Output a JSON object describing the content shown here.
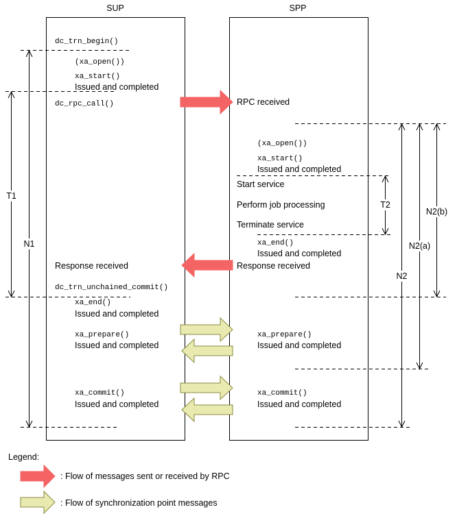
{
  "headers": {
    "sup": "SUP",
    "spp": "SPP"
  },
  "sup_lines": {
    "trn_begin": "dc_trn_begin()",
    "xa_open": "(xa_open())",
    "xa_start": "xa_start()",
    "issued_1": "Issued and completed",
    "rpc_call": "dc_rpc_call()",
    "response_received": "Response received",
    "commit": "dc_trn_unchained_commit()",
    "xa_end": "xa_end()",
    "issued_2": "Issued and completed",
    "xa_prepare": "xa_prepare()",
    "issued_3": "Issued and completed",
    "xa_commit": "xa_commit()",
    "issued_4": "Issued and completed"
  },
  "spp_lines": {
    "rpc_received": "RPC received",
    "xa_open": "(xa_open())",
    "xa_start": "xa_start()",
    "issued_1": "Issued and completed",
    "start_service": "Start service",
    "perform_job": "Perform job processing",
    "terminate_service": "Terminate service",
    "xa_end": "xa_end()",
    "issued_2": "Issued and completed",
    "response_received": "Response received",
    "xa_prepare": "xa_prepare()",
    "issued_3": "Issued and completed",
    "xa_commit": "xa_commit()",
    "issued_4": "Issued and completed"
  },
  "dimensions": {
    "t1": "T1",
    "n1": "N1",
    "t2": "T2",
    "n2": "N2",
    "n2a": "N2(a)",
    "n2b": "N2(b)"
  },
  "legend": {
    "title": "Legend:",
    "rpc_flow": ": Flow of messages sent or received by RPC",
    "sync_flow": ": Flow of synchronization point messages"
  },
  "colors": {
    "rpc_arrow": "#f46464",
    "sync_arrow": "#e8eab0"
  }
}
